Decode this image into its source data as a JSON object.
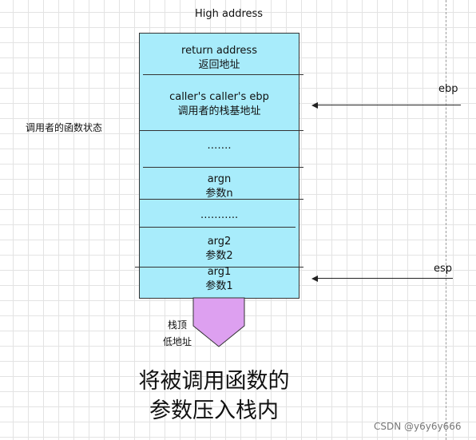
{
  "diagram": {
    "top_label": "High address",
    "left_label": "调用者的函数状态",
    "cells": [
      {
        "line1": "return address",
        "line2": "返回地址"
      },
      {
        "line1": "caller's caller's ebp",
        "line2": "调用者的栈基地址"
      },
      {
        "line1": "……."
      },
      {
        "line1": "argn",
        "line2": "参数n"
      },
      {
        "line1": "……….."
      },
      {
        "line1": "arg2",
        "line2": "参数2"
      },
      {
        "line1": "arg1",
        "line2": "参数1"
      }
    ],
    "pointers": {
      "ebp": "ebp",
      "esp": "esp"
    },
    "stack_top": {
      "line1": "栈顶",
      "line2": "低地址"
    },
    "caption": {
      "line1": "将被调用函数的",
      "line2": "参数压入栈内"
    },
    "watermark": "CSDN @y6y6y666",
    "colors": {
      "stack_fill": "#a8ecfb",
      "arrow_fill": "#dda0f0",
      "grid": "#e3e3e3"
    }
  }
}
